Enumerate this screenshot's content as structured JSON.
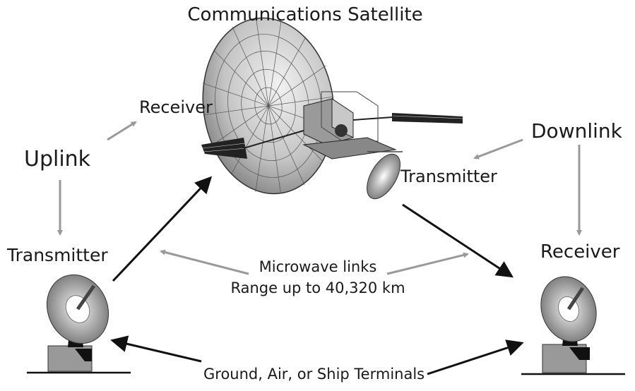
{
  "title": "Communications Satellite",
  "labels": {
    "satellite_receiver": "Receiver",
    "uplink": "Uplink",
    "ground_transmitter": "Transmitter",
    "downlink": "Downlink",
    "satellite_transmitter": "Transmitter",
    "ground_receiver": "Receiver",
    "microwave_line1": "Microwave links",
    "microwave_line2": "Range up to 40,320 km",
    "terminals": "Ground, Air, or Ship Terminals"
  },
  "colors": {
    "gray_arrow": "#999999",
    "black_arrow": "#111111",
    "dish": "#a8a8a8"
  }
}
